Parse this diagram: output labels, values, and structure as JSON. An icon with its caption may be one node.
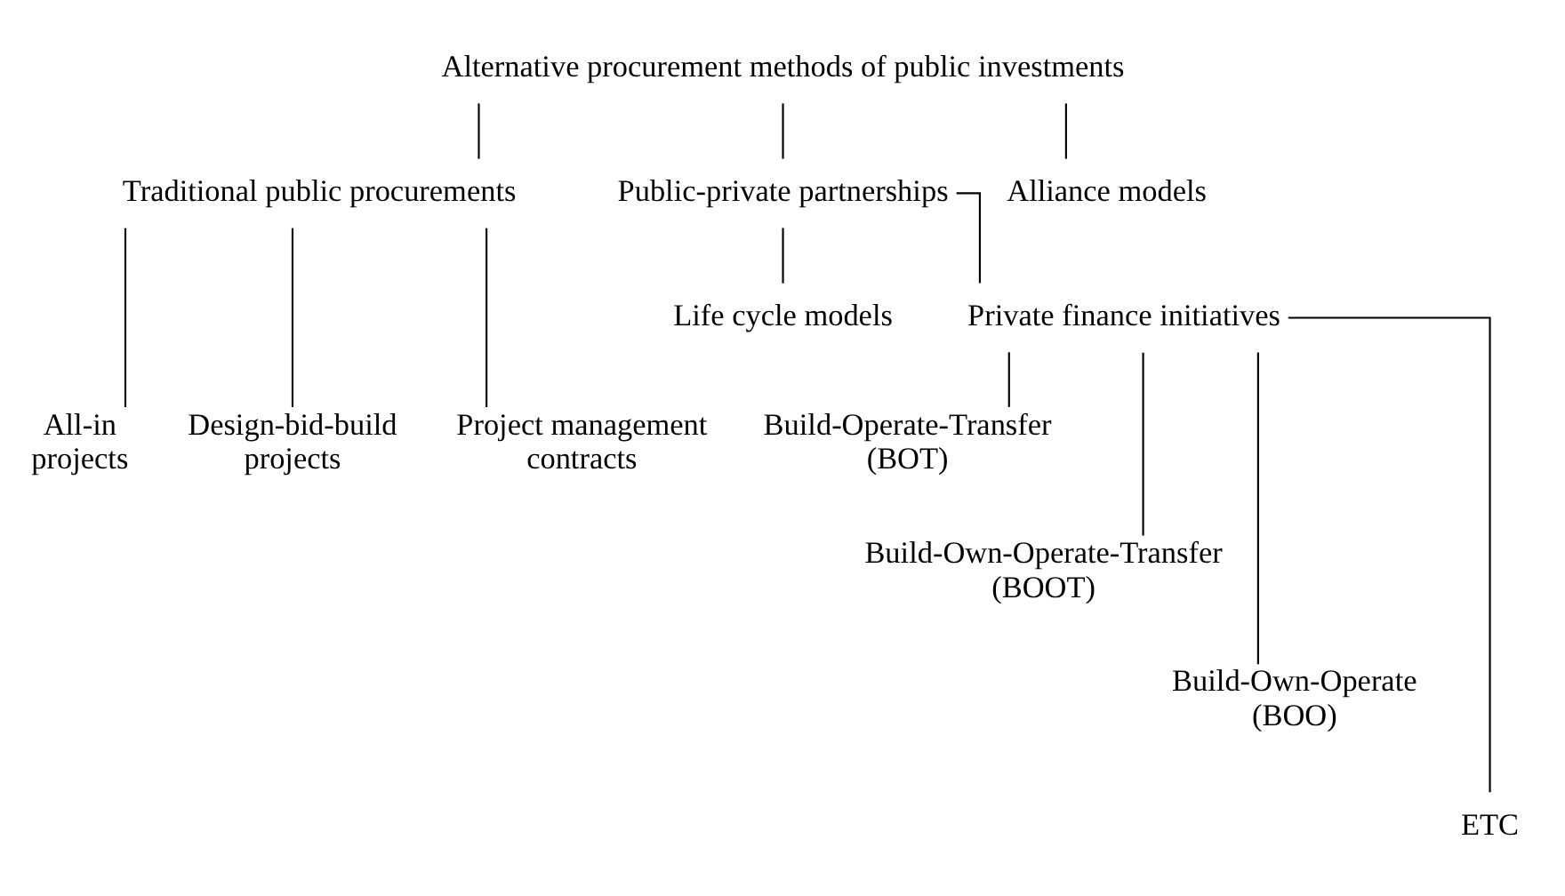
{
  "diagram": {
    "nodes": [
      {
        "text": [
          "Alternative procurement methods of public investments"
        ]
      },
      {
        "text": [
          "Traditional public procurements"
        ]
      },
      {
        "text": [
          "Public-private partnerships"
        ]
      },
      {
        "text": [
          "Alliance models"
        ]
      },
      {
        "text": [
          "Life cycle models"
        ]
      },
      {
        "text": [
          "Private finance initiatives"
        ]
      },
      {
        "text": [
          "All-in projects"
        ]
      },
      {
        "text": [
          "Design-bid-build projects"
        ]
      },
      {
        "text": [
          "Project management contracts"
        ]
      },
      {
        "text": [
          "Build-Operate-Transfer (BOT)"
        ]
      },
      {
        "text": [
          "Build-Own-Operate-Transfer (BOOT)"
        ]
      },
      {
        "text": [
          "Build-Own-Operate (BOO)"
        ]
      },
      {
        "text": [
          "ETC"
        ]
      }
    ],
    "edges": [
      {
        "from": 0,
        "to": 1,
        "arrow": "none"
      },
      {
        "from": 0,
        "to": 2,
        "arrow": "none"
      },
      {
        "from": 0,
        "to": 3,
        "arrow": "none"
      },
      {
        "from": 2,
        "to": 4,
        "arrow": "none"
      },
      {
        "from": 2,
        "to": 5,
        "arrow": "none"
      },
      {
        "from": 1,
        "to": 6,
        "arrow": "none"
      },
      {
        "from": 1,
        "to": 7,
        "arrow": "none"
      },
      {
        "from": 1,
        "to": 8,
        "arrow": "none"
      },
      {
        "from": 5,
        "to": 9,
        "arrow": "none"
      },
      {
        "from": 5,
        "to": 10,
        "arrow": "none"
      },
      {
        "from": 5,
        "to": 11,
        "arrow": "none"
      },
      {
        "from": 5,
        "to": 12,
        "arrow": "none"
      }
    ]
  }
}
